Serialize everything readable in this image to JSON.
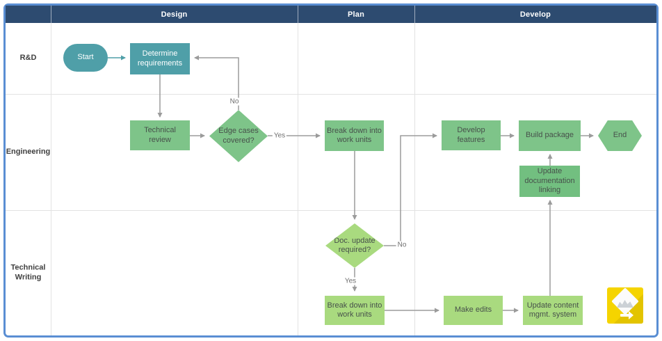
{
  "colors": {
    "frame_border": "#5a8ed3",
    "header_bg": "#2d4b70",
    "header_text": "#ffffff",
    "grid_line": "#e2e2e2",
    "teal": "#4f9fa8",
    "green": "#7ec489",
    "green_dark": "#72bf80",
    "green_light": "#a9da7f",
    "connector": "#9b9b9b",
    "node_text_dark": "#47514b",
    "watermark_yellow": "#f5d400"
  },
  "phases": [
    {
      "label": "Design"
    },
    {
      "label": "Plan"
    },
    {
      "label": "Develop"
    }
  ],
  "lanes": [
    {
      "label": "R&D"
    },
    {
      "label": "Engineering"
    },
    {
      "label": "Technical Writing"
    }
  ],
  "nodes": {
    "start": {
      "label": "Start",
      "type": "start"
    },
    "determine_requirements": {
      "label": "Determine requirements",
      "type": "process"
    },
    "technical_review": {
      "label": "Technical review",
      "type": "process"
    },
    "edge_cases_covered": {
      "label": "Edge cases covered?",
      "type": "decision"
    },
    "break_down_eng": {
      "label": "Break down into work units",
      "type": "process"
    },
    "develop_features": {
      "label": "Develop features",
      "type": "process"
    },
    "build_package": {
      "label": "Build package",
      "type": "process"
    },
    "end": {
      "label": "End",
      "type": "end"
    },
    "update_doc_linking": {
      "label": "Update documentation linking",
      "type": "process"
    },
    "doc_update_required": {
      "label": "Doc. update required?",
      "type": "decision"
    },
    "break_down_tw": {
      "label": "Break down into work units",
      "type": "process"
    },
    "make_edits": {
      "label": "Make edits",
      "type": "process"
    },
    "update_cms": {
      "label": "Update content mgmt. system",
      "type": "process"
    }
  },
  "edge_labels": {
    "edge_cases_no": "No",
    "edge_cases_yes": "Yes",
    "doc_update_no": "No",
    "doc_update_yes": "Yes"
  },
  "icons": {
    "watermark": "yellow-diamond-arrow-logo"
  }
}
